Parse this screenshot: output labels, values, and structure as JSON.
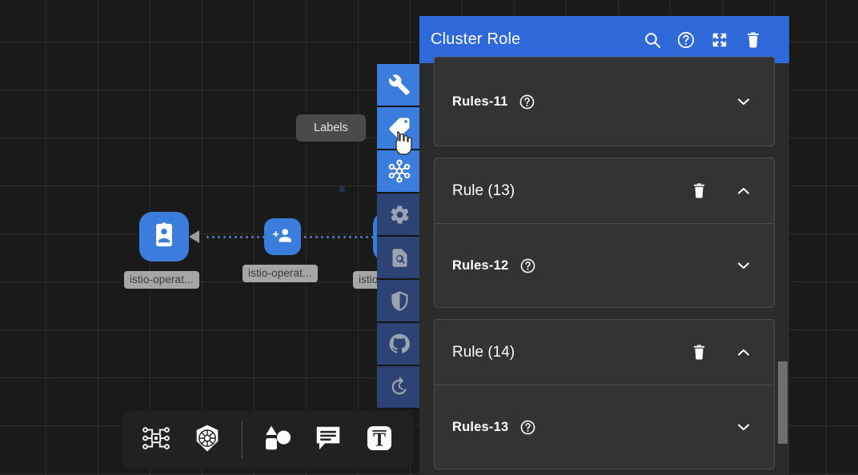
{
  "app": {
    "background_color": "#1a1a1a",
    "accent_color": "#3b7ddd",
    "panel_header_color": "#2f68d8"
  },
  "canvas": {
    "tooltip": {
      "label": "Labels"
    },
    "nodes": [
      {
        "id": "node-1",
        "icon": "id-badge-icon",
        "label": "istio-operat..."
      },
      {
        "id": "node-2",
        "icon": "add-people-icon",
        "label": "istio-operat..."
      },
      {
        "id": "node-3",
        "icon": "hidden-node-icon",
        "label": "istio"
      }
    ]
  },
  "vertical_toolbar": {
    "items": [
      {
        "name": "wrench-icon",
        "active": true
      },
      {
        "name": "tag-icon",
        "active": true
      },
      {
        "name": "network-icon",
        "active": true
      },
      {
        "name": "gear-icon",
        "active": false
      },
      {
        "name": "document-search-icon",
        "active": false
      },
      {
        "name": "shield-icon",
        "active": false
      },
      {
        "name": "github-icon",
        "active": false
      },
      {
        "name": "history-icon",
        "active": false
      }
    ]
  },
  "bottom_toolbar": {
    "items": [
      {
        "name": "circuit-chip-icon"
      },
      {
        "name": "kubernetes-icon"
      },
      {
        "name": "shapes-icon"
      },
      {
        "name": "comment-icon"
      },
      {
        "name": "text-tool-icon"
      }
    ]
  },
  "panel": {
    "header": {
      "title": "Cluster Role",
      "actions": [
        {
          "name": "search-icon"
        },
        {
          "name": "help-icon"
        },
        {
          "name": "fullscreen-icon"
        },
        {
          "name": "delete-icon"
        }
      ]
    },
    "sections": [
      {
        "type": "sub-card",
        "title": "Rules-11",
        "help": "help-icon",
        "expanded": false,
        "chevron": "chevron-down-icon"
      },
      {
        "type": "rule-card",
        "title": "Rule (13)",
        "expanded": true,
        "chevron": "chevron-up-icon",
        "delete": "delete-icon",
        "children": [
          {
            "title": "Rules-12",
            "help": "help-icon",
            "expanded": false,
            "chevron": "chevron-down-icon"
          }
        ]
      },
      {
        "type": "rule-card",
        "title": "Rule (14)",
        "expanded": true,
        "chevron": "chevron-up-icon",
        "delete": "delete-icon",
        "children": [
          {
            "title": "Rules-13",
            "help": "help-icon",
            "expanded": false,
            "chevron": "chevron-down-icon"
          }
        ]
      }
    ]
  }
}
